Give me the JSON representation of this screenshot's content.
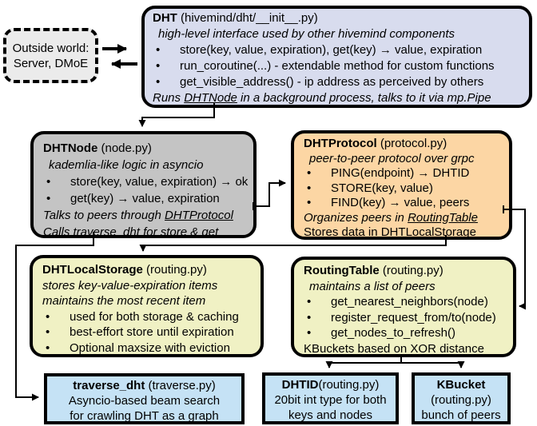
{
  "bullet": "•",
  "colors": {
    "dht_fill": "#d8dcee",
    "dhtnode_fill": "#c4c4c4",
    "dhtprotocol_fill": "#fcd6a4",
    "storage_fill": "#f0f1c4",
    "routingtable_fill": "#f0f1c4",
    "bottom_boxes_fill": "#c5e2f5",
    "outside_fill": "#ebebeb",
    "line_color": "#000000"
  },
  "outside_world": {
    "line1": "Outside world:",
    "line2": "Server, DMoE"
  },
  "dht": {
    "title_bold": "DHT",
    "title_rest": " (hivemind/dht/__init__.py)",
    "subtitle": "high-level interface used by other hivemind components",
    "bullets": [
      "store(key, value, expiration), get(key) → value, expiration",
      "run_coroutine(...) - extendable method for custom functions",
      "get_visible_address() - ip address as perceived by others"
    ],
    "footer_pre": "Runs ",
    "footer_link": "DHTNode",
    "footer_post": " in a background process, talks to it via mp.Pipe"
  },
  "dhtnode": {
    "title_bold": "DHTNode",
    "title_rest": " (node.py)",
    "subtitle": "kademlia-like logic in asyncio",
    "bullets": [
      "store(key, value, expiration) → ok",
      "get(key) → value, expiration"
    ],
    "peers_pre": "Talks to peers through ",
    "peers_link": "DHTProtocol",
    "calls_pre": "Calls ",
    "calls_link": "traverse_dht",
    "calls_post": " for store & get"
  },
  "dhtprotocol": {
    "title_bold": "DHTProtocol",
    "title_rest": " (protocol.py)",
    "subtitle": "peer-to-peer protocol over grpc",
    "bullets": [
      "PING(endpoint) → DHTID",
      "STORE(key, value)",
      "FIND(key) → value, peers"
    ],
    "organizes_pre": "Organizes peers in ",
    "organizes_link": "RoutingTable",
    "stores_pre": "Stores data in DHT",
    "stores_link": "LocalStorage"
  },
  "dhtlocalstorage": {
    "title_bold": "DHTLocalStorage",
    "title_rest": " (routing.py)",
    "subtitle1": "stores key-value-expiration items",
    "subtitle2": "maintains the most recent item",
    "bullets": [
      "used for both storage & caching",
      "best-effort store until expiration",
      "Optional maxsize with eviction"
    ]
  },
  "routingtable": {
    "title_bold": "RoutingTable",
    "title_rest": " (routing.py)",
    "subtitle": "maintains a list of peers",
    "bullets": [
      "get_nearest_neighbors(node)",
      "register_request_from/to(node)",
      "get_nodes_to_refresh()"
    ],
    "footer": "KBuckets based on XOR distance"
  },
  "traverse_dht": {
    "title_bold": "traverse_dht",
    "title_rest": " (traverse.py)",
    "line2": "Asyncio-based beam search",
    "line3": "for crawling DHT as a graph"
  },
  "dhtid": {
    "title_bold": "DHTID",
    "title_rest": "(routing.py)",
    "line2": "20bit int type for both",
    "line3": "keys and nodes"
  },
  "kbucket": {
    "title_bold": "KBucket",
    "line2": "(routing.py)",
    "line3": "bunch of peers"
  }
}
